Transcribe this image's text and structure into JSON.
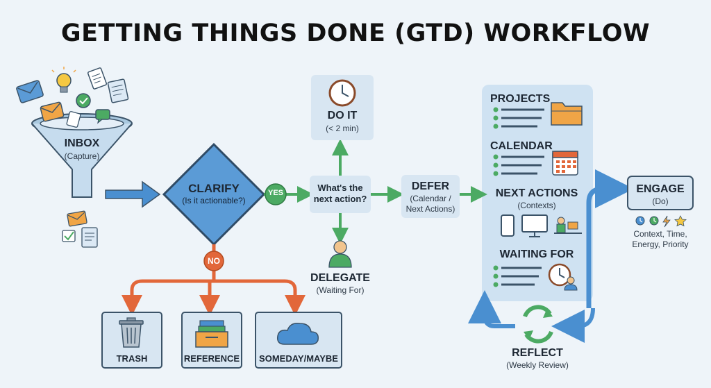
{
  "title": "GETTING THINGS DONE (GTD) WORKFLOW",
  "inbox": {
    "label": "INBOX",
    "sub": "(Capture)"
  },
  "clarify": {
    "label": "CLARIFY",
    "sub": "(Is it actionable?)"
  },
  "yes_badge": "YES",
  "no_badge": "NO",
  "next_action_question": {
    "line1": "What's the",
    "line2": "next action?"
  },
  "do_it": {
    "label": "DO IT",
    "sub": "(< 2 min)"
  },
  "delegate": {
    "label": "DELEGATE",
    "sub": "(Waiting For)"
  },
  "defer": {
    "label": "DEFER",
    "sub1": "(Calendar /",
    "sub2": "Next Actions)"
  },
  "lists": {
    "projects": "PROJECTS",
    "calendar": "CALENDAR",
    "next_actions": {
      "label": "NEXT ACTIONS",
      "sub": "(Contexts)"
    },
    "waiting_for": "WAITING FOR"
  },
  "engage": {
    "label": "ENGAGE",
    "sub": "(Do)",
    "criteria1": "Context, Time,",
    "criteria2": "Energy, Priority"
  },
  "reflect": {
    "label": "REFLECT",
    "sub": "(Weekly Review)"
  },
  "non_actionable": {
    "trash": "TRASH",
    "reference": "REFERENCE",
    "someday": "SOMEDAY/MAYBE"
  },
  "colors": {
    "blue_arrow": "#4a8fd0",
    "green_arrow": "#4caa63",
    "orange_arrow": "#e2673a",
    "diamond": "#5b9bd6",
    "box_fill": "#d8e6f2",
    "box_border": "#3b5368"
  },
  "icons": [
    "email-icon",
    "lightbulb-icon",
    "document-icon",
    "checkmark-icon",
    "chat-icon",
    "clock-icon",
    "person-icon",
    "folder-icon",
    "calendar-icon",
    "phone-icon",
    "monitor-icon",
    "desk-icon",
    "trash-icon",
    "file-tray-icon",
    "cloud-icon",
    "cycle-icon",
    "lightning-icon",
    "star-icon"
  ]
}
